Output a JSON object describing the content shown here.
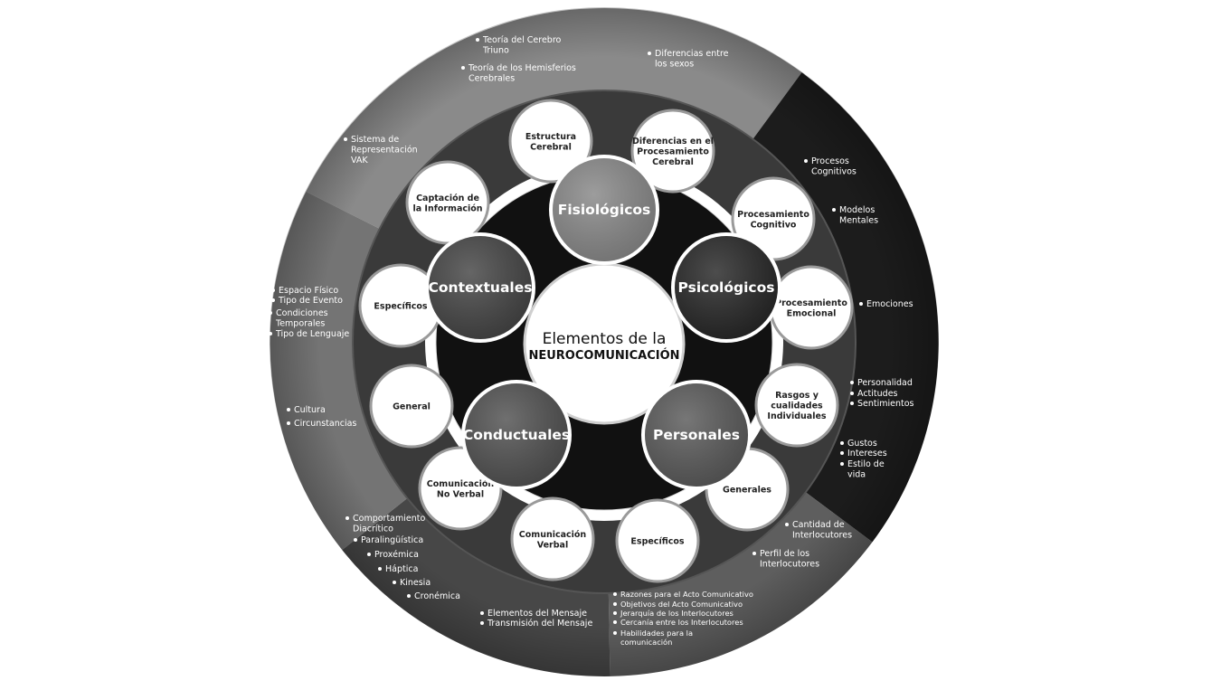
{
  "center": {
    "line1": "Elementos de la",
    "line2": "NEUROCOMUNICACIÓN"
  },
  "categories": {
    "fisiologicos": "Fisiológicos",
    "psicologicos": "Psicológicos",
    "personales": "Personales",
    "conductuales": "Conductuales",
    "contextuales": "Contextuales"
  },
  "subcategories": {
    "estructura_cerebral": [
      "Estructura",
      "Cerebral"
    ],
    "diferencias_procesamiento": [
      "Diferencias en el",
      "Procesamiento",
      "Cerebral"
    ],
    "captacion_informacion": [
      "Captación de",
      "la Información"
    ],
    "procesamiento_cognitivo": [
      "Procesamiento",
      "Cognitivo"
    ],
    "procesamiento_emocional": [
      "Procesamiento",
      "Emocional"
    ],
    "rasgos": [
      "Rasgos y",
      "cualidades",
      "Individuales"
    ],
    "generales": [
      "Generales"
    ],
    "especificos_personales": [
      "Específicos"
    ],
    "comunicacion_verbal": [
      "Comunicación",
      "Verbal"
    ],
    "comunicacion_no_verbal": [
      "Comunicación",
      "No Verbal"
    ],
    "general": [
      "General"
    ],
    "especificos_contextuales": [
      "Específicos"
    ]
  },
  "bullets": {
    "cerebro_triuno": [
      "Teoría del Cerebro",
      "Triuno"
    ],
    "hemisferios": [
      "Teoría de los Hemisferios",
      "Cerebrales"
    ],
    "diferencias_sexos": [
      "Diferencias entre",
      "los sexos"
    ],
    "sistema_vak": [
      "Sistema de",
      "Representación",
      "VAK"
    ],
    "procesos_cognitivos": [
      "Procesos",
      "Cognitivos"
    ],
    "modelos_mentales": [
      "Modelos",
      "Mentales"
    ],
    "emociones": [
      "Emociones"
    ],
    "personalidad": [
      "Personalidad"
    ],
    "actitudes": [
      "Actitudes"
    ],
    "sentimientos": [
      "Sentimientos"
    ],
    "gustos": [
      "Gustos"
    ],
    "intereses": [
      "Intereses"
    ],
    "estilo_vida": [
      "Estilo de",
      "vida"
    ],
    "cantidad_interlocutores": [
      "Cantidad de",
      "Interlocutores"
    ],
    "perfil_interlocutores": [
      "Perfil de los",
      "Interlocutores"
    ],
    "razones": [
      "Razones para el Acto Comunicativo"
    ],
    "objetivos": [
      "Objetivos del Acto Comunicativo"
    ],
    "jerarquia": [
      "Jerarquía de los Interlocutores"
    ],
    "cercania": [
      "Cercanía entre los Interlocutores"
    ],
    "habilidades": [
      "Habilidades para la",
      "comunicación"
    ],
    "elementos_mensaje": [
      "Elementos del Mensaje"
    ],
    "transmision_mensaje": [
      "Transmisión del Mensaje"
    ],
    "comportamiento_diacritico": [
      "Comportamiento",
      "Diacrítico"
    ],
    "paralinguistica": [
      "Paralingüística"
    ],
    "proxemica": [
      "Proxémica"
    ],
    "haptica": [
      "Háptica"
    ],
    "kinesia": [
      "Kinesia"
    ],
    "cronemica": [
      "Cronémica"
    ],
    "cultura": [
      "Cultura"
    ],
    "circunstancias": [
      "Circunstancias"
    ],
    "espacio_fisico": [
      "Espacio Físico"
    ],
    "tipo_evento": [
      "Tipo de Evento"
    ],
    "condiciones_temporales": [
      "Condiciones",
      "Temporales"
    ],
    "tipo_lenguaje": [
      "Tipo de Lenguaje"
    ]
  },
  "colors": {
    "outer_fisiologicos": "#8a8a8a",
    "outer_psicologicos": "#1c1c1c",
    "outer_personales": "#5e5e5e",
    "outer_conductuales": "#474747",
    "outer_contextuales": "#747474",
    "band_dark": "#3a3a3a",
    "hub_black": "#111111",
    "cat_fisiologicos": "#878787",
    "cat_psicologicos": "#262626",
    "cat_personales": "#595959",
    "cat_conductuales": "#505050",
    "cat_contextuales": "#444444"
  }
}
